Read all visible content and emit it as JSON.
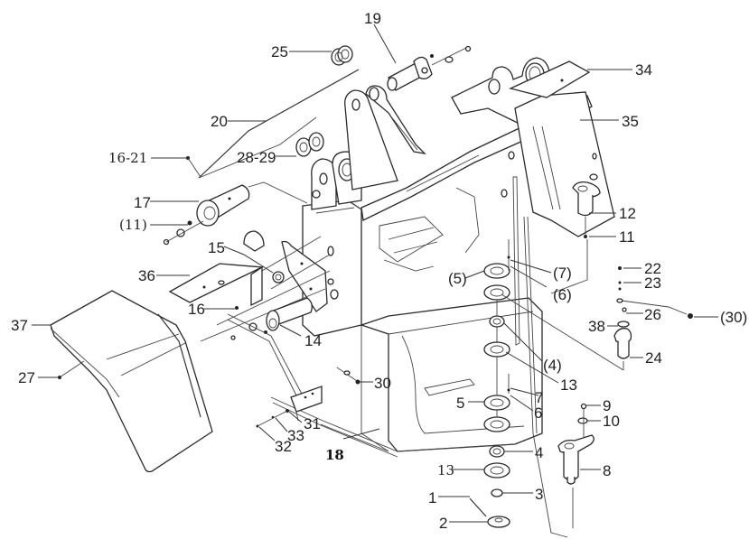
{
  "diagram": {
    "type": "exploded parts diagram",
    "subject": "front frame assembly",
    "labels": [
      {
        "id": "l25",
        "text": "25"
      },
      {
        "id": "l19",
        "text": "19"
      },
      {
        "id": "l34",
        "text": "34"
      },
      {
        "id": "l35",
        "text": "35"
      },
      {
        "id": "l20",
        "text": "20"
      },
      {
        "id": "l16_21",
        "text": "16-21"
      },
      {
        "id": "l28_29",
        "text": "28-29"
      },
      {
        "id": "l17",
        "text": "17"
      },
      {
        "id": "l11p",
        "text": "(11)"
      },
      {
        "id": "l12",
        "text": "12"
      },
      {
        "id": "l11",
        "text": "11"
      },
      {
        "id": "l15",
        "text": "15"
      },
      {
        "id": "l36",
        "text": "36"
      },
      {
        "id": "l22",
        "text": "22"
      },
      {
        "id": "l23",
        "text": "23"
      },
      {
        "id": "l5p",
        "text": "(5)"
      },
      {
        "id": "l7p",
        "text": "(7)"
      },
      {
        "id": "l6p",
        "text": "(6)"
      },
      {
        "id": "l37",
        "text": "37"
      },
      {
        "id": "l16",
        "text": "16"
      },
      {
        "id": "l26",
        "text": "26"
      },
      {
        "id": "l30p",
        "text": "(30)"
      },
      {
        "id": "l38",
        "text": "38"
      },
      {
        "id": "l14",
        "text": "14"
      },
      {
        "id": "l24",
        "text": "24"
      },
      {
        "id": "l4p",
        "text": "(4)"
      },
      {
        "id": "l27",
        "text": "27"
      },
      {
        "id": "l13a",
        "text": "13"
      },
      {
        "id": "l30",
        "text": "30"
      },
      {
        "id": "l7",
        "text": "7"
      },
      {
        "id": "l9",
        "text": "9"
      },
      {
        "id": "l5",
        "text": "5"
      },
      {
        "id": "l6",
        "text": "6"
      },
      {
        "id": "l10",
        "text": "10"
      },
      {
        "id": "l31",
        "text": "31"
      },
      {
        "id": "l33",
        "text": "33"
      },
      {
        "id": "l32",
        "text": "32"
      },
      {
        "id": "l18",
        "text": "18"
      },
      {
        "id": "l4",
        "text": "4"
      },
      {
        "id": "l8",
        "text": "8"
      },
      {
        "id": "l13b",
        "text": "13"
      },
      {
        "id": "l3",
        "text": "3"
      },
      {
        "id": "l1",
        "text": "1"
      },
      {
        "id": "l2",
        "text": "2"
      }
    ]
  }
}
